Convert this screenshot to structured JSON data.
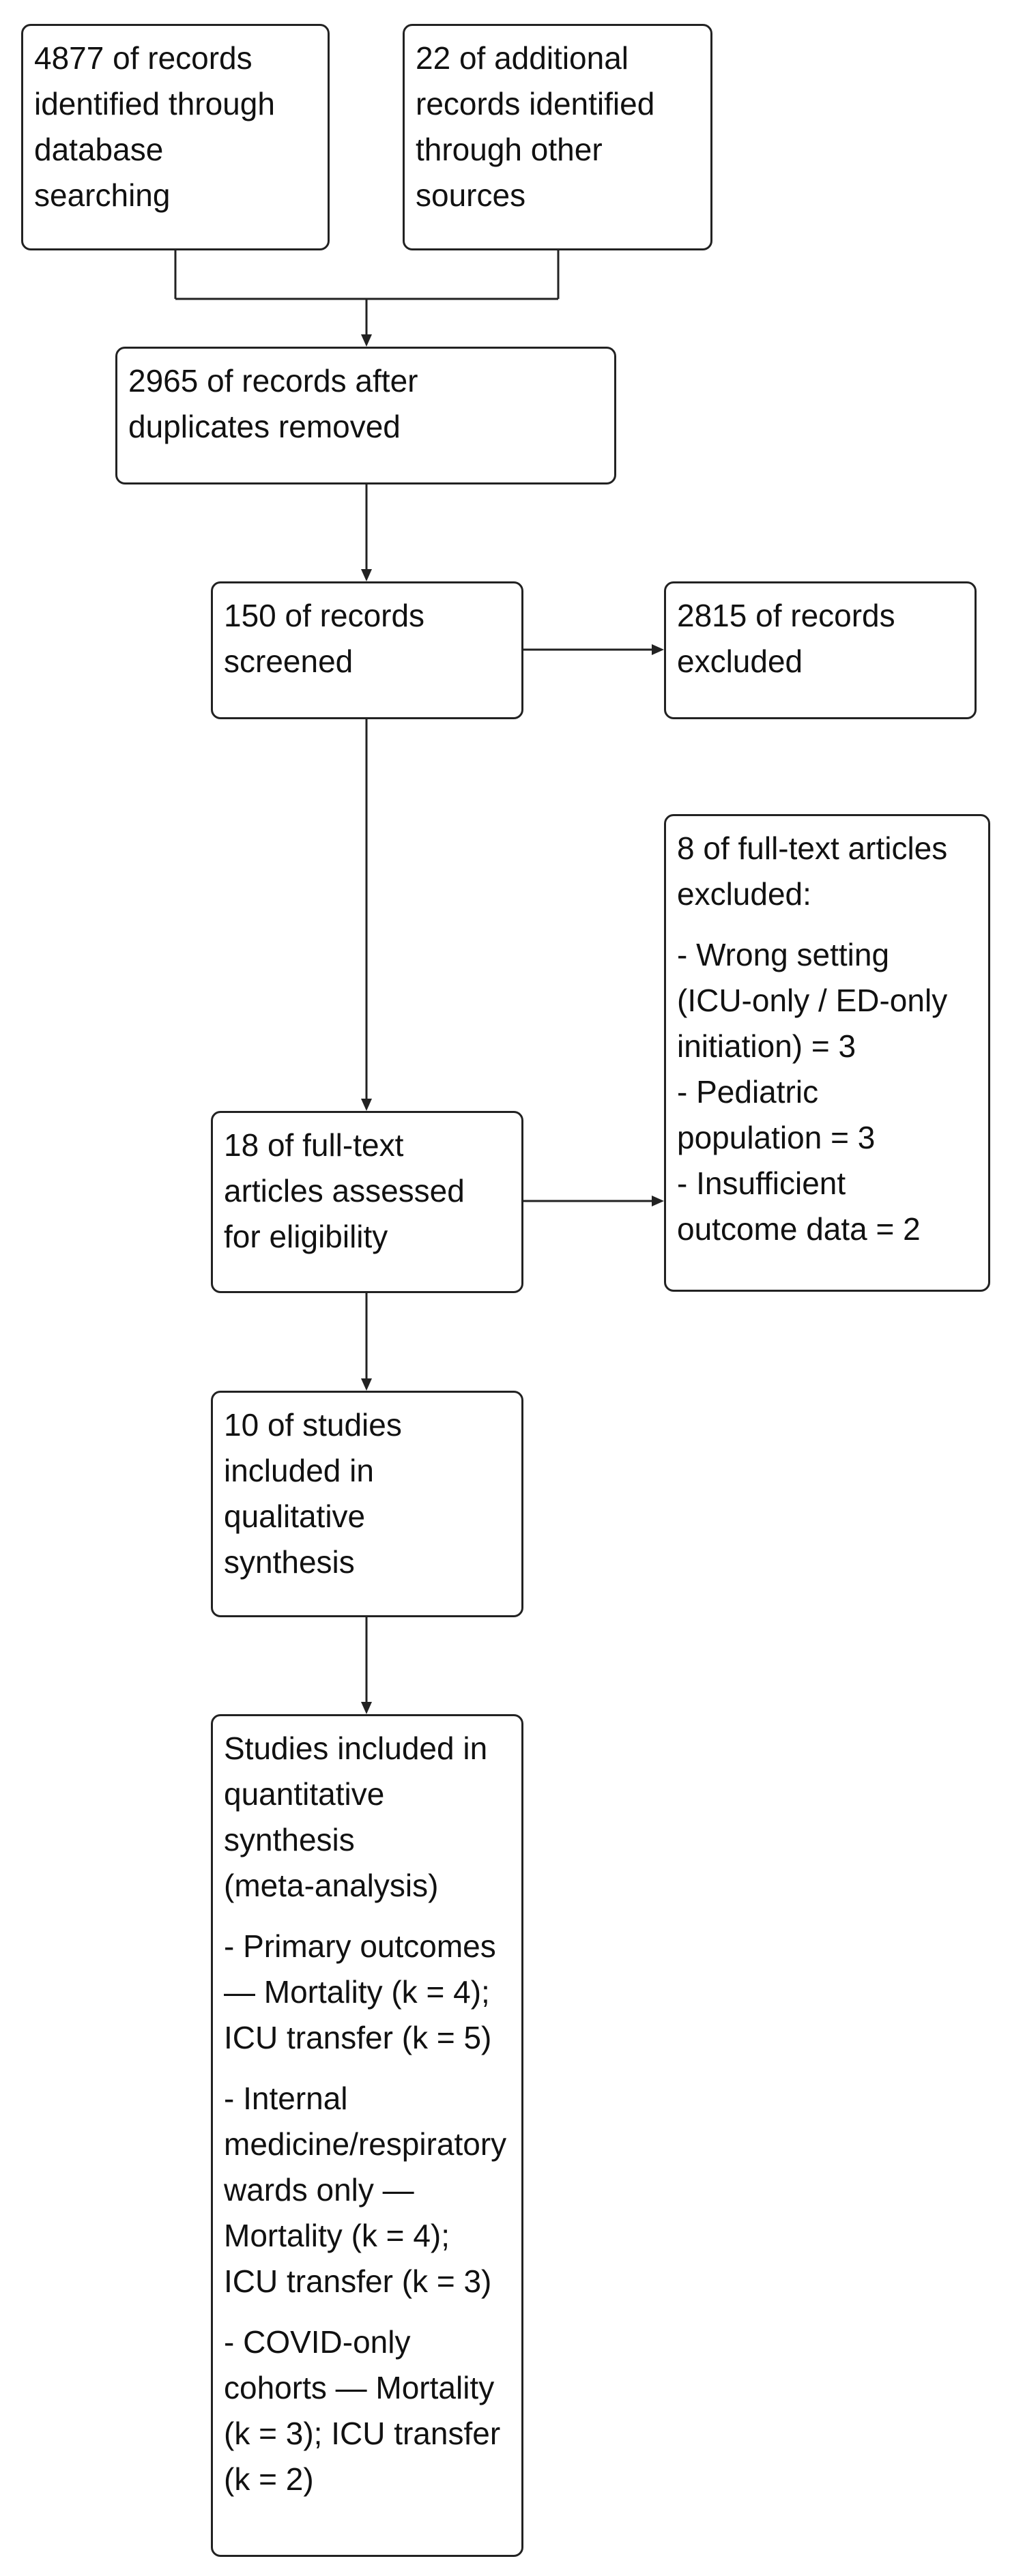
{
  "diagram": {
    "nodes": {
      "database": {
        "lines": "4877 of records\nidentified through\ndatabase\nsearching"
      },
      "other_sources": {
        "lines": "22 of additional\nrecords identified\nthrough other\nsources"
      },
      "after_duplicates": {
        "lines": "2965 of records after\nduplicates removed"
      },
      "screened": {
        "lines": "150 of records\nscreened"
      },
      "excluded_records": {
        "lines": "2815 of records\nexcluded"
      },
      "fulltext_excluded": {
        "heading": "8 of full-text articles\nexcluded:",
        "reasons": "- Wrong setting\n(ICU-only / ED-only\ninitiation) = 3\n- Pediatric\npopulation = 3\n- Insufficient\noutcome data = 2"
      },
      "assessed": {
        "lines": "18 of full-text\narticles assessed\nfor eligibility"
      },
      "qualitative": {
        "lines": "10 of studies\nincluded in\nqualitative\nsynthesis"
      },
      "quantitative": {
        "heading": "Studies included in\nquantitative\nsynthesis\n(meta-analysis)",
        "primary": "- Primary outcomes\n— Mortality (k = 4);\nICU transfer (k = 5)",
        "internal": "- Internal\nmedicine/respiratory\n wards only —\nMortality (k = 4);\nICU transfer (k = 3)",
        "covid": "- COVID-only\ncohorts — Mortality\n(k = 3); ICU transfer\n(k = 2)"
      }
    },
    "colors": {
      "stroke": "#222222",
      "fill": "#ffffff",
      "text": "#111111"
    }
  }
}
